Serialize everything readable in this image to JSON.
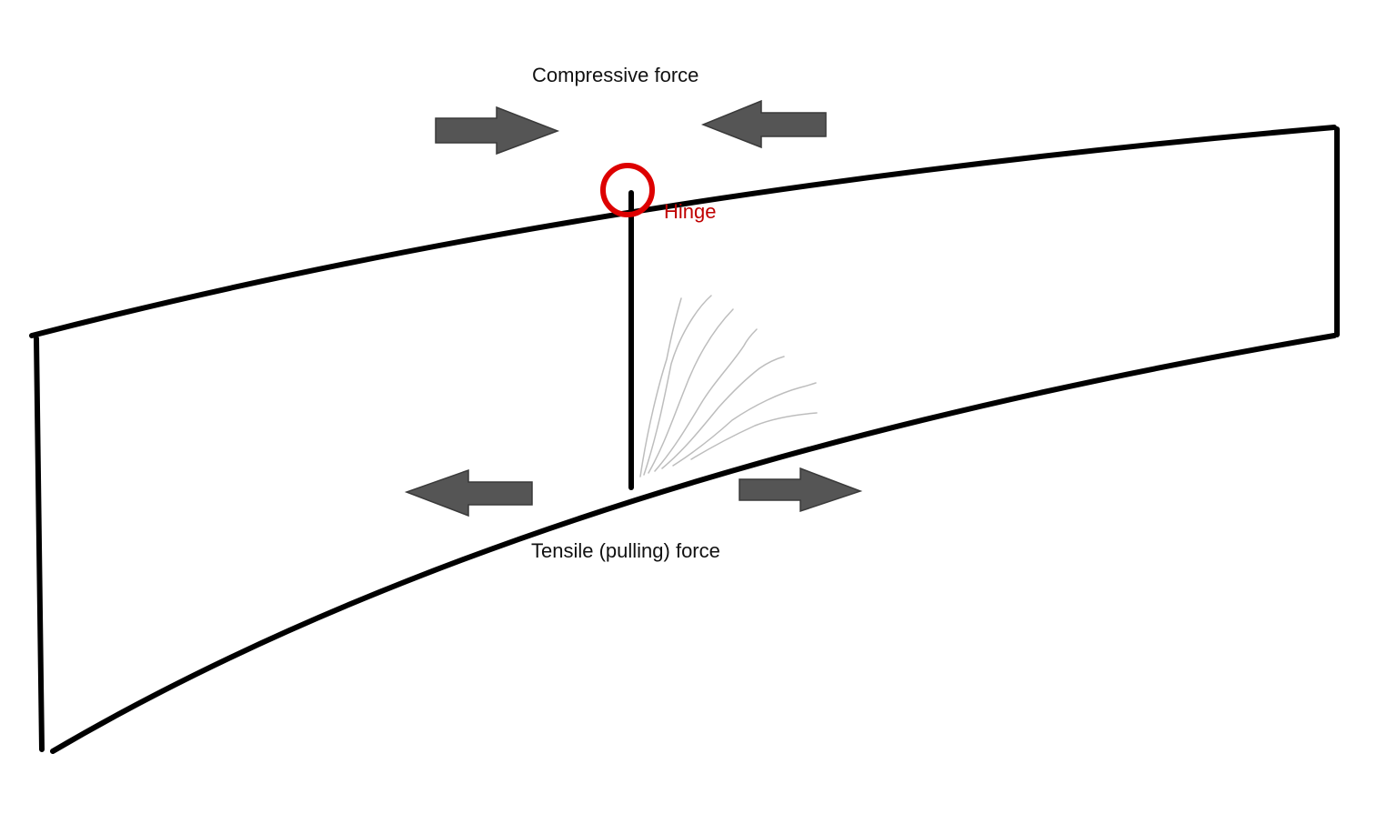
{
  "labels": {
    "compressive": "Compressive force",
    "hinge": "Hinge",
    "tensile": "Tensile (pulling) force"
  },
  "colors": {
    "background": "#ffffff",
    "beam": "#000000",
    "arrow": "#555555",
    "hinge": "#dd0000",
    "hinge_label": "#c00000",
    "label": "#111111",
    "crack": "#bdbdbd"
  }
}
